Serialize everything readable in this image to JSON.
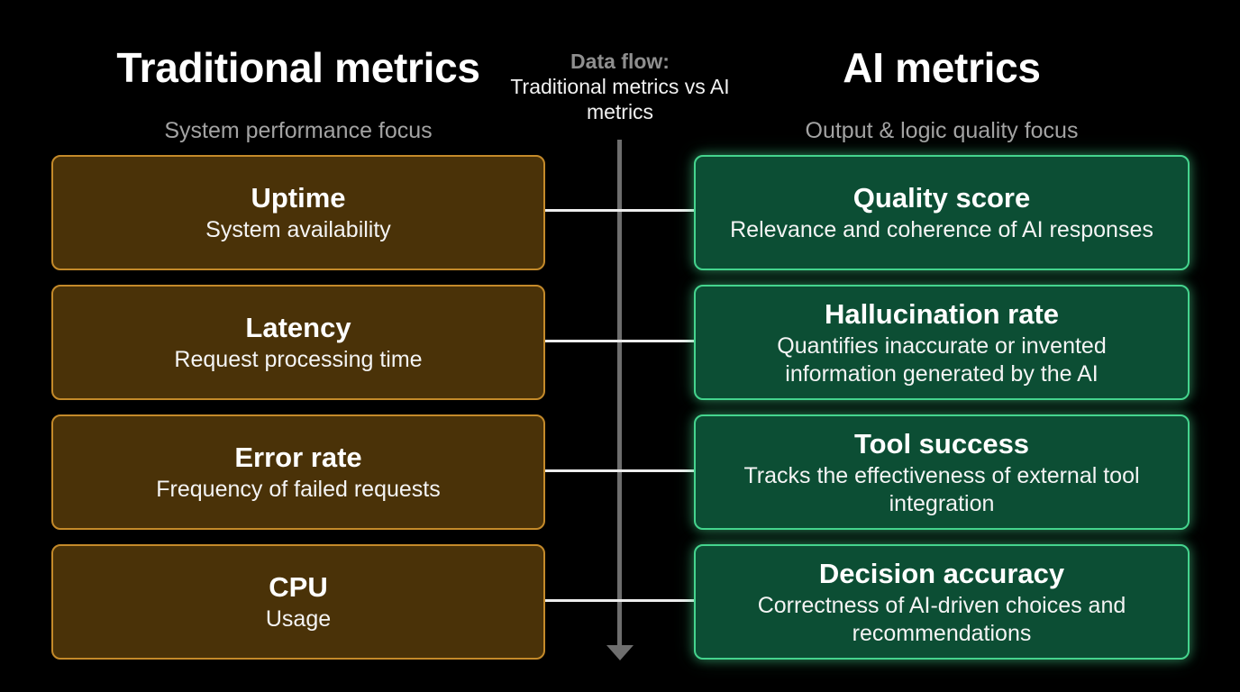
{
  "left_column": {
    "title": "Traditional metrics",
    "subtitle": "System performance focus",
    "cards": [
      {
        "title": "Uptime",
        "description": "System availability"
      },
      {
        "title": "Latency",
        "description": "Request processing time"
      },
      {
        "title": "Error rate",
        "description": "Frequency of failed requests"
      },
      {
        "title": "CPU",
        "description": "Usage"
      }
    ]
  },
  "right_column": {
    "title": "AI metrics",
    "subtitle": "Output & logic quality focus",
    "cards": [
      {
        "title": "Quality score",
        "description": "Relevance and coherence of AI responses"
      },
      {
        "title": "Hallucination rate",
        "description": "Quantifies inaccurate or invented information generated by the AI"
      },
      {
        "title": "Tool success",
        "description": "Tracks the effectiveness of external tool integration"
      },
      {
        "title": "Decision accuracy",
        "description": "Correctness of AI-driven choices and recommendations"
      }
    ]
  },
  "flow": {
    "label": "Data flow:",
    "description": "Traditional metrics vs AI metrics"
  },
  "colors": {
    "background": "#000000",
    "traditional_fill": "#4a3208",
    "traditional_border": "#c48a2a",
    "ai_fill": "#0c4e34",
    "ai_border": "#45d48e",
    "connector": "#ededed",
    "axis": "#6e6e6e"
  }
}
